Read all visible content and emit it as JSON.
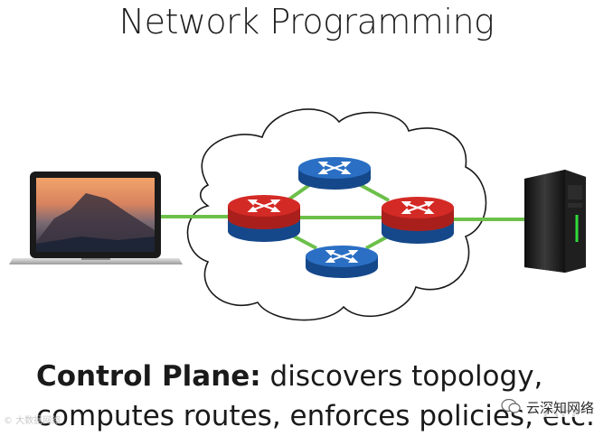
{
  "title": "Network Programming",
  "caption": {
    "bold": "Control Plane:",
    "line1_rest": " discovers topology,",
    "line2": "computes routes, enforces policies, etc."
  },
  "watermark": {
    "left": "© 大数据网络",
    "right": "云深知网络"
  },
  "colors": {
    "link": "#6cc04a",
    "router_red": "#d42a26",
    "router_blue": "#1f5fad",
    "cloud_stroke": "#1a1a1a"
  },
  "icons": {
    "laptop": "laptop-icon",
    "server": "server-icon",
    "router": "router-icon",
    "cloud": "cloud-icon"
  }
}
